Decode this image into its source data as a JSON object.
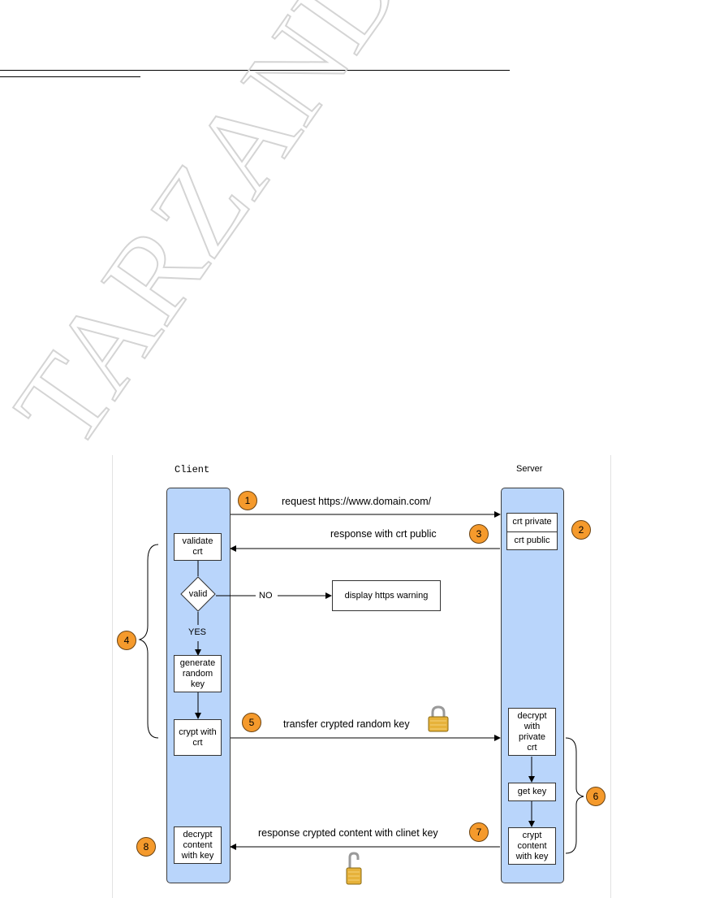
{
  "watermark": {
    "text": "TARZAND"
  },
  "lanes": {
    "client": "Client",
    "server": "Server"
  },
  "messages": {
    "request": "request https://www.domain.com/",
    "response_crt": "response with crt public",
    "transfer": "transfer crypted random key",
    "response_content": "response crypted content with clinet key"
  },
  "boxes": {
    "crt_private": "crt private",
    "crt_public": "crt public",
    "validate_line1": "validate",
    "validate_line2": "crt",
    "decision": "valid",
    "no_label": "NO",
    "yes_label": "YES",
    "warning": "display https warning",
    "generate_line1": "generate",
    "generate_line2": "random",
    "generate_line3": "key",
    "crypt_line1": "crypt with",
    "crypt_line2": "crt",
    "decrypt_priv_line1": "decrypt",
    "decrypt_priv_line2": "with",
    "decrypt_priv_line3": "private",
    "decrypt_priv_line4": "crt",
    "get_key": "get key",
    "crypt_content_line1": "crypt",
    "crypt_content_line2": "content",
    "crypt_content_line3": "with key",
    "decrypt_content_line1": "decrypt",
    "decrypt_content_line2": "content",
    "decrypt_content_line3": "with key"
  },
  "badges": [
    "1",
    "2",
    "3",
    "4",
    "5",
    "6",
    "7",
    "8"
  ],
  "icons": {
    "lock_closed": "lock-closed-icon",
    "lock_open": "lock-open-icon"
  },
  "colors": {
    "lane": "#b9d5fb",
    "badge": "#f59a2c"
  }
}
